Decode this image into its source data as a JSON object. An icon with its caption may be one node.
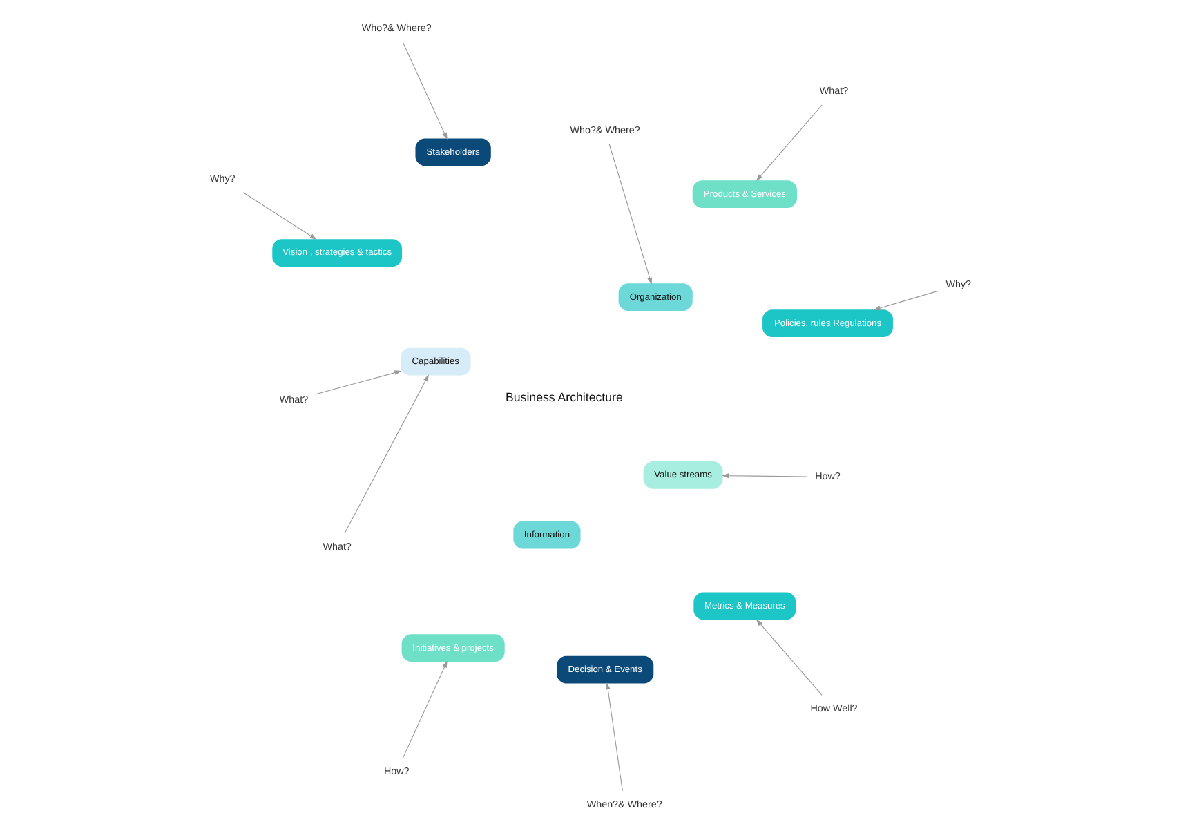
{
  "diagram": {
    "nodes": [
      {
        "text": [
          "Business Architecture"
        ]
      },
      {
        "text": [
          "Organization"
        ]
      },
      {
        "text": [
          "Capabilities"
        ]
      },
      {
        "text": [
          "Information"
        ]
      },
      {
        "text": [
          "Value streams"
        ]
      },
      {
        "text": [
          "Policies, rules Regulations"
        ]
      },
      {
        "text": [
          "Stakeholders"
        ]
      },
      {
        "text": [
          "Vision , strategies & tactics"
        ]
      },
      {
        "text": [
          "Initiatives & projects"
        ]
      },
      {
        "text": [
          "Decision & Events"
        ]
      },
      {
        "text": [
          "Metrics & Measures"
        ]
      },
      {
        "text": [
          "Products & Services"
        ]
      },
      {
        "text": [
          "Why?"
        ]
      },
      {
        "text": [
          "What?"
        ]
      },
      {
        "text": [
          "Who?& Where?"
        ]
      },
      {
        "text": [
          "Why?"
        ]
      },
      {
        "text": [
          "Who?& Where?"
        ]
      },
      {
        "text": [
          "What?"
        ]
      },
      {
        "text": [
          "What?"
        ]
      },
      {
        "text": [
          "How?"
        ]
      },
      {
        "text": [
          "How Well?"
        ]
      },
      {
        "text": [
          "How?"
        ]
      },
      {
        "text": [
          "When?& Where?"
        ]
      }
    ],
    "edges": [
      {
        "from": 12,
        "to": 5,
        "arrow": "to"
      },
      {
        "from": 13,
        "to": 2,
        "arrow": "to"
      },
      {
        "from": 14,
        "to": 6,
        "arrow": "to"
      },
      {
        "from": 15,
        "to": 7,
        "arrow": "to"
      },
      {
        "from": 16,
        "to": 1,
        "arrow": "to"
      },
      {
        "from": 17,
        "to": 2,
        "arrow": "to"
      },
      {
        "from": 18,
        "to": 11,
        "arrow": "to"
      },
      {
        "from": 19,
        "to": 8,
        "arrow": "to"
      },
      {
        "from": 20,
        "to": 10,
        "arrow": "to"
      },
      {
        "from": 21,
        "to": 4,
        "arrow": "to"
      },
      {
        "from": 22,
        "to": 9,
        "arrow": "to"
      }
    ]
  }
}
